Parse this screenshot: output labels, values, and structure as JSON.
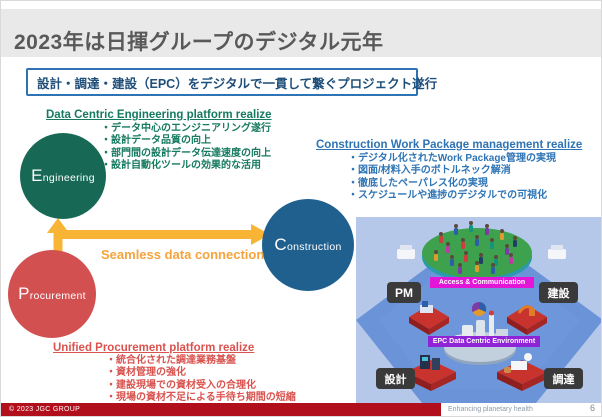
{
  "slide": {
    "title": "2023年は日揮グループのデジタル元年",
    "subtitle": "設計・調達・建設（EPC）をデジタルで一貫して繋ぐプロジェクト遂行",
    "page_number": "6",
    "footer_copyright": "© 2023 JGC GROUP",
    "footer_tagline": "Enhancing planetary health"
  },
  "sections": {
    "engineering": {
      "heading": "Data Centric Engineering platform realize",
      "bullets": [
        "データ中心のエンジニアリング遂行",
        "設計データ品質の向上",
        "部門間の設計データ伝達速度の向上",
        "設計自動化ツールの効果的な活用"
      ],
      "color": "#157a5f"
    },
    "construction": {
      "heading": "Construction Work Package management realize",
      "bullets": [
        "デジタル化されたWork Package管理の実現",
        "図面/材料入手のボトルネック解消",
        "徹底したペーパレス化の実現",
        "スケジュールや進捗のデジタルでの可視化"
      ],
      "color": "#2e74b5"
    },
    "procurement": {
      "heading": "Unified Procurement platform realize",
      "bullets": [
        "統合化された調達業務基盤",
        "資材管理の強化",
        "建設現場での資材受入の合理化",
        "現場の資材不足による手待ち期間の短縮"
      ],
      "color": "#d9534f"
    }
  },
  "venn": {
    "engineering_label": "Engineering",
    "procurement_label": "Procurement",
    "construction_label": "Construction",
    "connection_label": "Seamless data connection",
    "engineering_color": "#176955",
    "procurement_color": "#d35050",
    "construction_color": "#20608f",
    "arrow_color": "#f8b535"
  },
  "illustration": {
    "banner_top": "Access & Communication",
    "banner_bottom": "EPC Data Centric Environment",
    "role_labels": {
      "pm": "PM",
      "construction": "建設",
      "engineering": "設計",
      "procurement": "調達"
    }
  }
}
